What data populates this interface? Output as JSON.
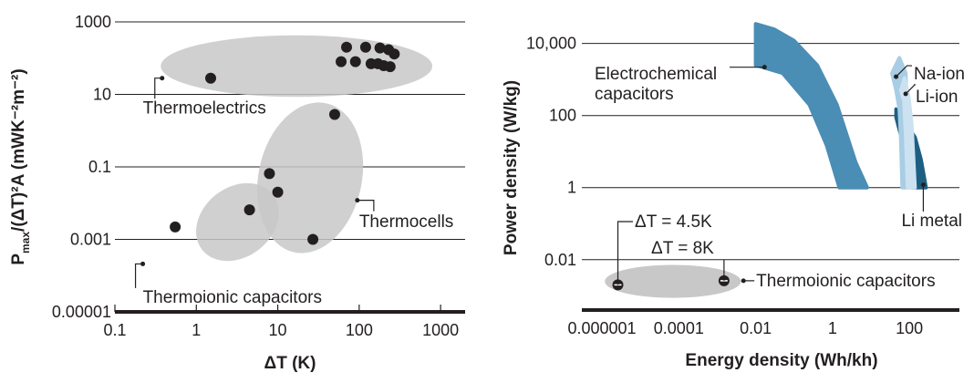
{
  "colors": {
    "ink": "#231f20",
    "grid": "#231f20",
    "ellipse_fill": "#c8c8c8",
    "electrochemical": "#4a8db5",
    "na_ion": "#a8cde4",
    "li_ion": "#cce2f0",
    "li_metal": "#1d5f82"
  },
  "chart_data": [
    {
      "type": "scatter",
      "panel": "left",
      "xlabel": "ΔT (K)",
      "ylabel": {
        "p": "P",
        "sub": "max",
        "rest": "/(ΔT)²A (mWK⁻²m⁻²)"
      },
      "x_scale": "log",
      "y_scale": "log",
      "xlim": [
        0.1,
        2000
      ],
      "ylim": [
        1e-05,
        2000
      ],
      "x_ticks": [
        {
          "v": 0.1,
          "label": "0.1"
        },
        {
          "v": 1,
          "label": "1"
        },
        {
          "v": 10,
          "label": "10"
        },
        {
          "v": 100,
          "label": "100"
        },
        {
          "v": 1000,
          "label": "1000"
        }
      ],
      "y_ticks": [
        {
          "v": 1e-05,
          "label": "0.00001"
        },
        {
          "v": 0.001,
          "label": "0.001"
        },
        {
          "v": 0.1,
          "label": "0.1"
        },
        {
          "v": 10,
          "label": "10"
        },
        {
          "v": 1000,
          "label": "1000"
        }
      ],
      "grid": "horizontal",
      "groups": [
        {
          "label": "Thermoelectrics",
          "ellipse": {
            "center": [
              17,
              60
            ],
            "x_extent": [
              0.37,
              800
            ],
            "y_extent": [
              8,
              400
            ]
          },
          "points": [
            [
              1.5,
              28
            ],
            [
              70,
              200
            ],
            [
              120,
              200
            ],
            [
              180,
              190
            ],
            [
              230,
              170
            ],
            [
              270,
              130
            ],
            [
              60,
              80
            ],
            [
              90,
              80
            ],
            [
              140,
              70
            ],
            [
              170,
              70
            ],
            [
              200,
              62
            ],
            [
              240,
              58
            ]
          ],
          "label_at": [
            0.22,
            3
          ],
          "leader_point": [
            0.38,
            28
          ]
        },
        {
          "label": "Thermocells",
          "ellipse": {
            "center": [
              25,
              0.05
            ],
            "x_extent": [
              7,
              130
            ],
            "y_extent": [
              0.0005,
              8
            ]
          },
          "points": [
            [
              50,
              2.8
            ],
            [
              10,
              0.02
            ],
            [
              27,
              0.001
            ]
          ],
          "label_at": [
            100,
            0.0022
          ],
          "leader_point": [
            95,
            0.012
          ]
        },
        {
          "label": "Thermoionic capacitors",
          "ellipse": {
            "center": [
              3.2,
              0.003
            ],
            "x_extent": [
              0.2,
              12
            ],
            "y_extent": [
              8e-06,
              0.3
            ]
          },
          "points": [
            [
              0.55,
              0.0022
            ],
            [
              4.5,
              0.0065
            ],
            [
              7.9,
              0.065
            ]
          ],
          "label_at": [
            0.22,
            1.8e-05
          ],
          "leader_point": [
            0.22,
            0.00021
          ]
        }
      ]
    },
    {
      "type": "area",
      "panel": "right",
      "xlabel": "Energy density (Wh/kh)",
      "ylabel": "Power density (W/kg)",
      "x_scale": "log",
      "y_scale": "log",
      "xlim": [
        3e-07,
        2000
      ],
      "ylim": [
        0.0004,
        80000
      ],
      "x_ticks": [
        {
          "v": 1e-06,
          "label": "0.000001"
        },
        {
          "v": 0.0001,
          "label": "0.0001"
        },
        {
          "v": 0.01,
          "label": "0.01"
        },
        {
          "v": 1,
          "label": "1"
        },
        {
          "v": 100,
          "label": "100"
        }
      ],
      "y_ticks": [
        {
          "v": 0.01,
          "label": "0.01"
        },
        {
          "v": 1,
          "label": "1"
        },
        {
          "v": 100,
          "label": "100"
        },
        {
          "v": 10000,
          "label": "10,000"
        }
      ],
      "grid": "horizontal",
      "regions": [
        {
          "name": "Electrochemical capacitors",
          "label_lines": [
            "Electrochemical",
            "capacitors"
          ],
          "color_key": "electrochemical",
          "points": [
            [
              0.01,
              35000
            ],
            [
              0.03,
              25000
            ],
            [
              0.1,
              12000
            ],
            [
              0.4,
              2500
            ],
            [
              1.3,
              200
            ],
            [
              4,
              5
            ],
            [
              8,
              1
            ],
            [
              1.5,
              1
            ],
            [
              0.7,
              15
            ],
            [
              0.25,
              200
            ],
            [
              0.05,
              1500
            ],
            [
              0.01,
              2500
            ]
          ],
          "leader_point": [
            0.017,
            2200
          ]
        },
        {
          "name": "Li metal",
          "label_lines": [
            "Li metal"
          ],
          "color_key": "li_metal",
          "points": [
            [
              45,
              150
            ],
            [
              80,
              60
            ],
            [
              140,
              25
            ],
            [
              200,
              6
            ],
            [
              270,
              1
            ],
            [
              120,
              1
            ],
            [
              80,
              10
            ],
            [
              55,
              40
            ],
            [
              45,
              90
            ]
          ],
          "leader_point": [
            230,
            1.2
          ]
        },
        {
          "name": "Na-ion",
          "label_lines": [
            "Na-ion"
          ],
          "color_key": "na_ion",
          "points": [
            [
              35,
              1500
            ],
            [
              55,
              4000
            ],
            [
              80,
              1500
            ],
            [
              85,
              300
            ],
            [
              95,
              40
            ],
            [
              120,
              1
            ],
            [
              65,
              1
            ],
            [
              60,
              20
            ],
            [
              55,
              150
            ],
            [
              45,
              500
            ]
          ],
          "leader_point": [
            45,
            1200
          ]
        },
        {
          "name": "Li-ion",
          "label_lines": [
            "Li-ion"
          ],
          "color_key": "li_ion",
          "points": [
            [
              60,
              500
            ],
            [
              75,
              1100
            ],
            [
              95,
              350
            ],
            [
              115,
              60
            ],
            [
              140,
              1
            ],
            [
              90,
              1
            ],
            [
              80,
              30
            ],
            [
              72,
              250
            ]
          ],
          "leader_point": [
            80,
            400
          ]
        },
        {
          "name": "Thermoionic capacitors",
          "label_lines": [
            "Thermoionic capacitors"
          ],
          "color_key": "ellipse_fill",
          "ellipse": {
            "center": [
              7e-05,
              0.0025
            ],
            "x_extent": [
              1.3e-06,
              0.0045
            ],
            "y_extent": [
              0.0009,
              0.0074
            ]
          },
          "leader_point": [
            0.0048,
            0.0026
          ]
        }
      ],
      "markers": [
        {
          "label": "ΔT = 4.5K",
          "x": 2.6e-06,
          "y": 0.002
        },
        {
          "label": "ΔT = 8K",
          "x": 0.0015,
          "y": 0.0026
        }
      ]
    }
  ]
}
